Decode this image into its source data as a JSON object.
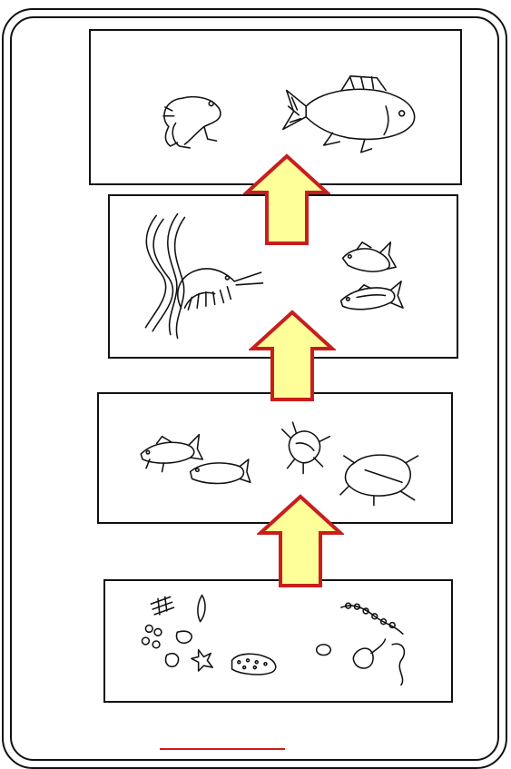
{
  "diagram": {
    "type": "food-pyramid",
    "levels": [
      {
        "rank": 4,
        "organisms": [
          "frog",
          "fish"
        ]
      },
      {
        "rank": 3,
        "organisms": [
          "worms",
          "shrimp",
          "small-fish",
          "small-fish"
        ]
      },
      {
        "rank": 2,
        "organisms": [
          "small-fish",
          "small-fish",
          "water-beetle",
          "water-beetle"
        ]
      },
      {
        "rank": 1,
        "organisms": [
          "plankton",
          "algae",
          "diatoms",
          "protozoa"
        ]
      }
    ],
    "arrow_count": 3,
    "colors": {
      "arrow_fill": "#ffff99",
      "arrow_stroke": "#c81e1e",
      "footer_line": "#d11a1a",
      "frame": "#111111"
    },
    "footer_label": ""
  }
}
